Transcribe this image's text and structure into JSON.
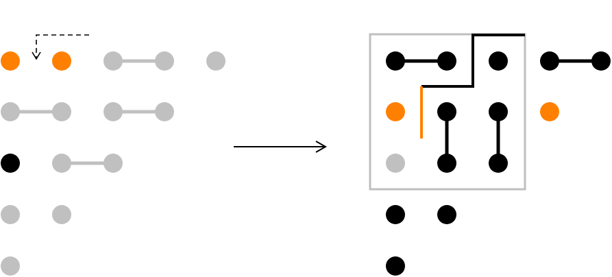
{
  "colors": {
    "background": "#ffffff",
    "node_grey": "#c0c0c0",
    "node_orange": "#ff8000",
    "node_black": "#000000",
    "edge_grey": "#c0c0c0",
    "edge_black": "#000000",
    "frame_grey": "#bfbfbf",
    "cut_orange": "#ff8000",
    "cut_black": "#000000",
    "arrow": "#000000"
  },
  "diagram": {
    "before": {
      "nodes": [
        {
          "id": "a1",
          "color": "orange"
        },
        {
          "id": "a2",
          "color": "orange"
        },
        {
          "id": "a3",
          "color": "grey"
        },
        {
          "id": "a4",
          "color": "grey"
        },
        {
          "id": "a5",
          "color": "grey"
        },
        {
          "id": "b1",
          "color": "grey"
        },
        {
          "id": "b2",
          "color": "grey"
        },
        {
          "id": "b3",
          "color": "grey"
        },
        {
          "id": "b4",
          "color": "grey"
        },
        {
          "id": "c1",
          "color": "black"
        },
        {
          "id": "c2",
          "color": "grey"
        },
        {
          "id": "c3",
          "color": "grey"
        },
        {
          "id": "d1",
          "color": "grey"
        },
        {
          "id": "d2",
          "color": "grey"
        },
        {
          "id": "e1",
          "color": "grey"
        }
      ],
      "edges": [
        {
          "from": "a3",
          "to": "a4",
          "color": "grey"
        },
        {
          "from": "b1",
          "to": "b2",
          "color": "grey"
        },
        {
          "from": "b3",
          "to": "b4",
          "color": "grey"
        },
        {
          "from": "c2",
          "to": "c3",
          "color": "grey"
        }
      ]
    },
    "after": {
      "nodes": [
        {
          "id": "p1",
          "color": "black"
        },
        {
          "id": "p2",
          "color": "black"
        },
        {
          "id": "p3",
          "color": "black"
        },
        {
          "id": "p4",
          "color": "black"
        },
        {
          "id": "p5",
          "color": "black"
        },
        {
          "id": "q1",
          "color": "orange"
        },
        {
          "id": "q2",
          "color": "black"
        },
        {
          "id": "q3",
          "color": "black"
        },
        {
          "id": "q4",
          "color": "orange"
        },
        {
          "id": "r1",
          "color": "grey"
        },
        {
          "id": "r2",
          "color": "black"
        },
        {
          "id": "r3",
          "color": "black"
        },
        {
          "id": "s1",
          "color": "black"
        },
        {
          "id": "s2",
          "color": "black"
        },
        {
          "id": "t1",
          "color": "black"
        }
      ],
      "edges": [
        {
          "from": "p1",
          "to": "p2",
          "color": "black"
        },
        {
          "from": "p4",
          "to": "p5",
          "color": "black"
        },
        {
          "from": "q2",
          "to": "r2",
          "color": "black"
        },
        {
          "from": "q3",
          "to": "r3",
          "color": "black"
        }
      ]
    }
  }
}
